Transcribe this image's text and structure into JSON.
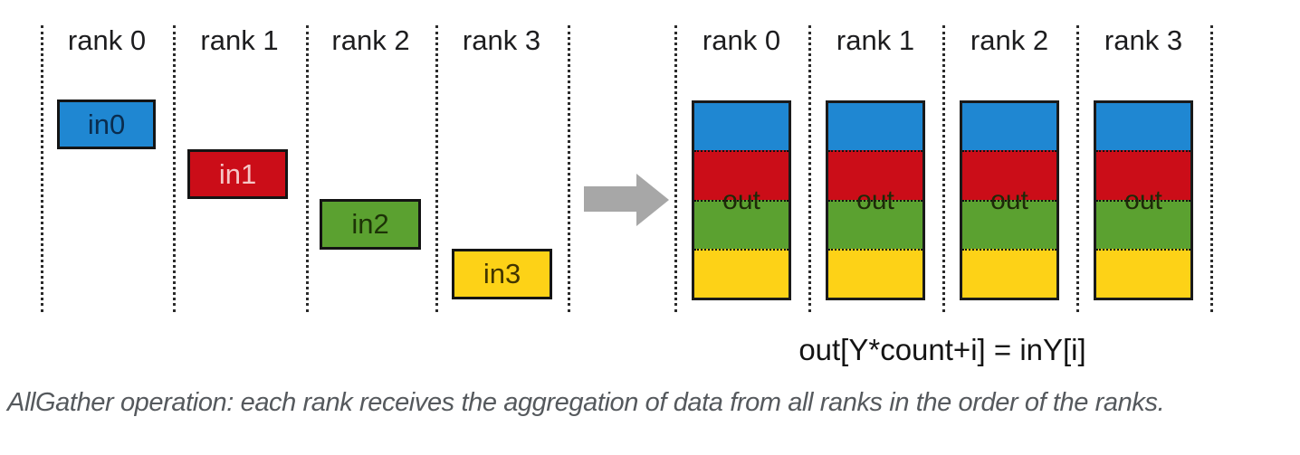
{
  "left_panel": {
    "rank_labels": [
      "rank 0",
      "rank 1",
      "rank 2",
      "rank 3"
    ],
    "boxes": [
      {
        "label": "in0",
        "color": "#1f87d2",
        "text_color": "#0a2c4e"
      },
      {
        "label": "in1",
        "color": "#cb0d18",
        "text_color": "#f5c6c6"
      },
      {
        "label": "in2",
        "color": "#5ba130",
        "text_color": "#1d3307"
      },
      {
        "label": "in3",
        "color": "#fdd217",
        "text_color": "#423500"
      }
    ]
  },
  "arrow": {
    "direction": "right",
    "color": "#a7a7a7"
  },
  "right_panel": {
    "rank_labels": [
      "rank 0",
      "rank 1",
      "rank 2",
      "rank 3"
    ],
    "stack_label": "out",
    "segments": [
      {
        "source": "in0",
        "color": "#1f87d2"
      },
      {
        "source": "in1",
        "color": "#cb0d18"
      },
      {
        "source": "in2",
        "color": "#5ba130"
      },
      {
        "source": "in3",
        "color": "#fdd217"
      }
    ],
    "formula": "out[Y*count+i] = inY[i]"
  },
  "caption": "AllGather operation: each rank receives the aggregation of data from all ranks in the order of the ranks.",
  "colors": {
    "divider": "#2b2b2b",
    "box_border": "#141414",
    "label_text": "#1d1d1f",
    "caption_text": "#55595d"
  }
}
